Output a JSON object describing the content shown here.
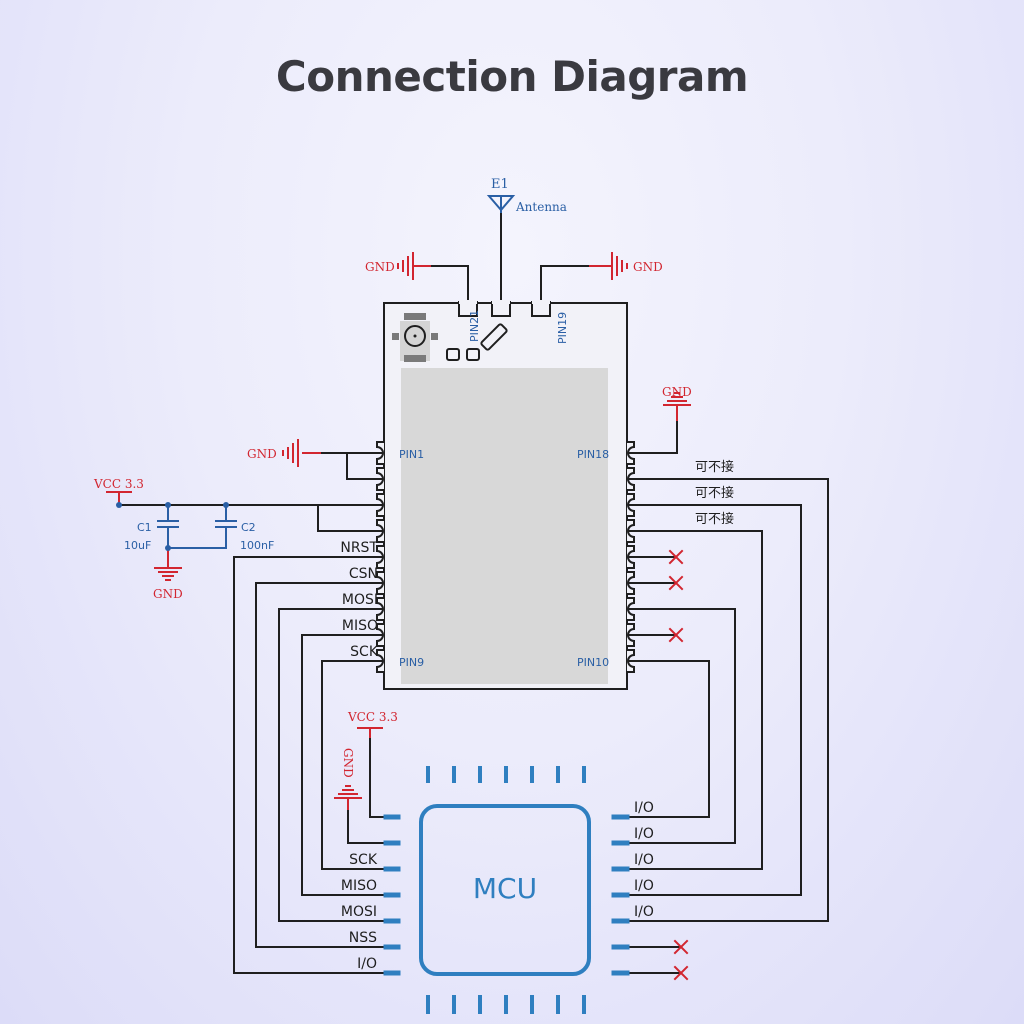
{
  "title": "Connection Diagram",
  "colors": {
    "wire": "#1f1f1f",
    "power_red": "#d22630",
    "blue_label": "#2a5fa5",
    "mcu_blue": "#2f7fc0",
    "module_shield": "#d8d8d8"
  },
  "antenna": {
    "designator": "E1",
    "label": "Antenna"
  },
  "gnd_label": "GND",
  "vcc_label": "VCC 3.3",
  "module": {
    "top_pins": [
      "PIN21",
      "PIN19"
    ],
    "left_pin_first": "PIN1",
    "left_pin_last": "PIN9",
    "right_pin_first": "PIN18",
    "right_pin_last": "PIN10",
    "left_signals": [
      "NRST",
      "CSN",
      "MOSI",
      "MISO",
      "SCK"
    ],
    "optional_label": "可不接"
  },
  "capacitors": [
    {
      "designator": "C1",
      "value": "10uF"
    },
    {
      "designator": "C2",
      "value": "100nF"
    }
  ],
  "mcu": {
    "label": "MCU",
    "left_pins": [
      "",
      "",
      "SCK",
      "MISO",
      "MOSI",
      "NSS",
      "I/O"
    ],
    "right_pins": [
      "I/O",
      "I/O",
      "I/O",
      "I/O",
      "I/O",
      "",
      ""
    ]
  },
  "no_connect_symbol": "×"
}
